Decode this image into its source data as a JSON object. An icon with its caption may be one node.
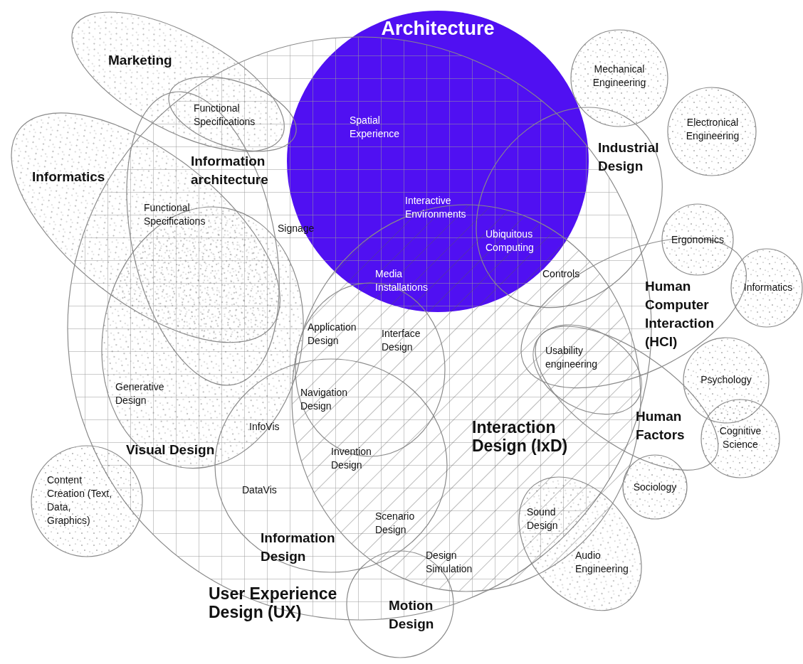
{
  "diagram": {
    "nodes": [
      {
        "text": [
          "Marketing"
        ]
      },
      {
        "text": [
          "Architecture"
        ]
      },
      {
        "text": [
          "Industrial Design"
        ]
      },
      {
        "text": [
          "Mechanical Engineering"
        ]
      },
      {
        "text": [
          "Electronical Engineering"
        ]
      },
      {
        "text": [
          "Informatics"
        ]
      },
      {
        "text": [
          "Functional Specifications"
        ],
        "in": 8
      },
      {
        "text": [
          "Information architecture"
        ],
        "in": 8
      },
      {
        "text": [
          "User Experience Design (UX)"
        ]
      },
      {
        "text": [
          "Visual Design"
        ],
        "in": 8
      },
      {
        "text": [
          "Application Design"
        ],
        "in": 11
      },
      {
        "text": [
          "Interaction Design (IxD)"
        ],
        "in": 8
      },
      {
        "text": [
          "Information Design"
        ],
        "in": 8
      },
      {
        "text": [
          "Human Computer Interaction (HCI)"
        ]
      },
      {
        "text": [
          "Ergonomics"
        ]
      },
      {
        "text": [
          "Informatics"
        ]
      },
      {
        "text": [
          "Usability engineering"
        ]
      },
      {
        "text": [
          "Human Factors"
        ]
      },
      {
        "text": [
          "Psychology"
        ]
      },
      {
        "text": [
          "Cognitive Science"
        ]
      },
      {
        "text": [
          "Sociology"
        ]
      },
      {
        "text": [
          "Content Creation (Text, Data, Graphics)"
        ]
      },
      {
        "text": [
          "Motion Design"
        ]
      },
      {
        "text": [
          "Audio Engineering"
        ]
      }
    ],
    "labels": [
      "Spatial Experience",
      "Functional Specifications",
      "Signage",
      "Interactive Environments",
      "Ubiquitous Computing",
      "Media Installations",
      "Controls",
      "Interface Design",
      "Generative Design",
      "Navigation Design",
      "InfoVis",
      "Invention Design",
      "DataVis",
      "Scenario Design",
      "Sound Design",
      "Design Simulation"
    ]
  }
}
